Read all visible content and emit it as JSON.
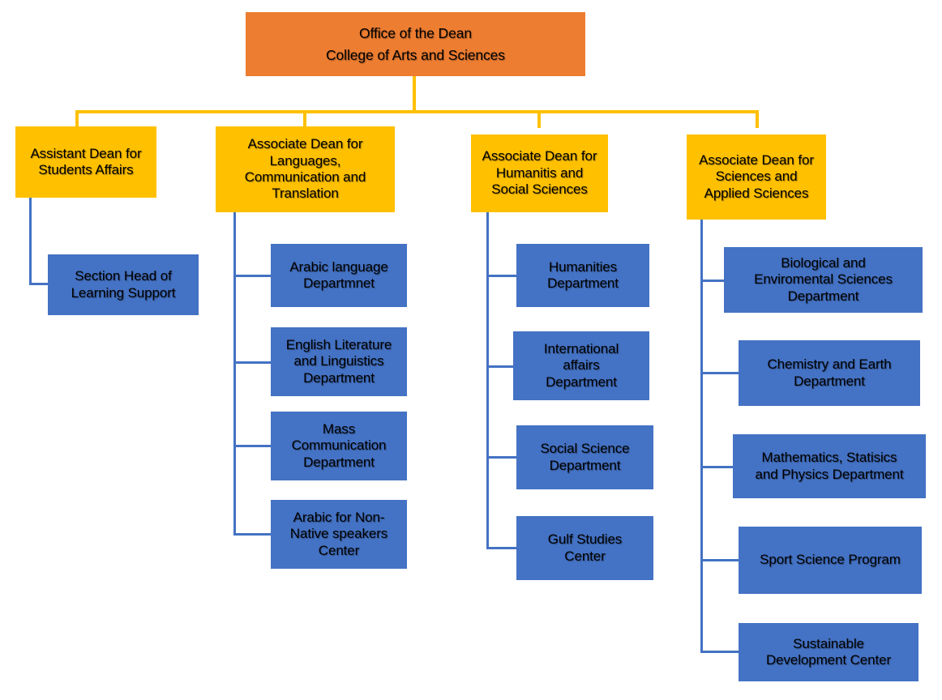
{
  "chart": {
    "type": "org-chart",
    "title": "College of Arts and Sciences Organizational Chart",
    "colors": {
      "root_fill": "#ED7D31",
      "level2_fill": "#FFC000",
      "leaf_fill": "#4472C4",
      "root_connector": "#FFC000",
      "leaf_connector": "#4472C4",
      "text": "#000000",
      "background": "#FFFFFF"
    }
  },
  "root": {
    "line1": "Office of the Dean",
    "line2": "College of Arts and Sciences"
  },
  "branches": [
    {
      "head": {
        "lines": [
          "Assistant Dean for",
          "Students Affairs"
        ]
      },
      "children": [
        {
          "lines": [
            "Section Head of",
            "Learning Support"
          ]
        }
      ]
    },
    {
      "head": {
        "lines": [
          "Associate Dean for",
          "Languages,",
          "Communication and",
          "Translation"
        ]
      },
      "children": [
        {
          "lines": [
            "Arabic language",
            "Departmnet"
          ]
        },
        {
          "lines": [
            "English Literature",
            "and Linguistics",
            "Department"
          ]
        },
        {
          "lines": [
            "Mass",
            "Communication",
            "Department"
          ]
        },
        {
          "lines": [
            "Arabic for Non-",
            "Native speakers",
            "Center"
          ]
        }
      ]
    },
    {
      "head": {
        "lines": [
          "Associate Dean for",
          "Humanitis and",
          "Social Sciences"
        ]
      },
      "children": [
        {
          "lines": [
            "Humanities",
            "Department"
          ]
        },
        {
          "lines": [
            "International",
            "affairs",
            "Department"
          ]
        },
        {
          "lines": [
            "Social Science",
            "Department"
          ]
        },
        {
          "lines": [
            "Gulf Studies",
            "Center"
          ]
        }
      ]
    },
    {
      "head": {
        "lines": [
          "Associate Dean for",
          "Sciences and",
          "Applied Sciences"
        ]
      },
      "children": [
        {
          "lines": [
            "Biological and",
            "Enviromental Sciences",
            "Department"
          ]
        },
        {
          "lines": [
            "Chemistry and Earth",
            "Department"
          ]
        },
        {
          "lines": [
            "Mathematics, Statisics",
            "and Physics Department"
          ]
        },
        {
          "lines": [
            "Sport Science Program"
          ]
        },
        {
          "lines": [
            "Sustainable",
            "Development Center"
          ]
        }
      ]
    }
  ]
}
